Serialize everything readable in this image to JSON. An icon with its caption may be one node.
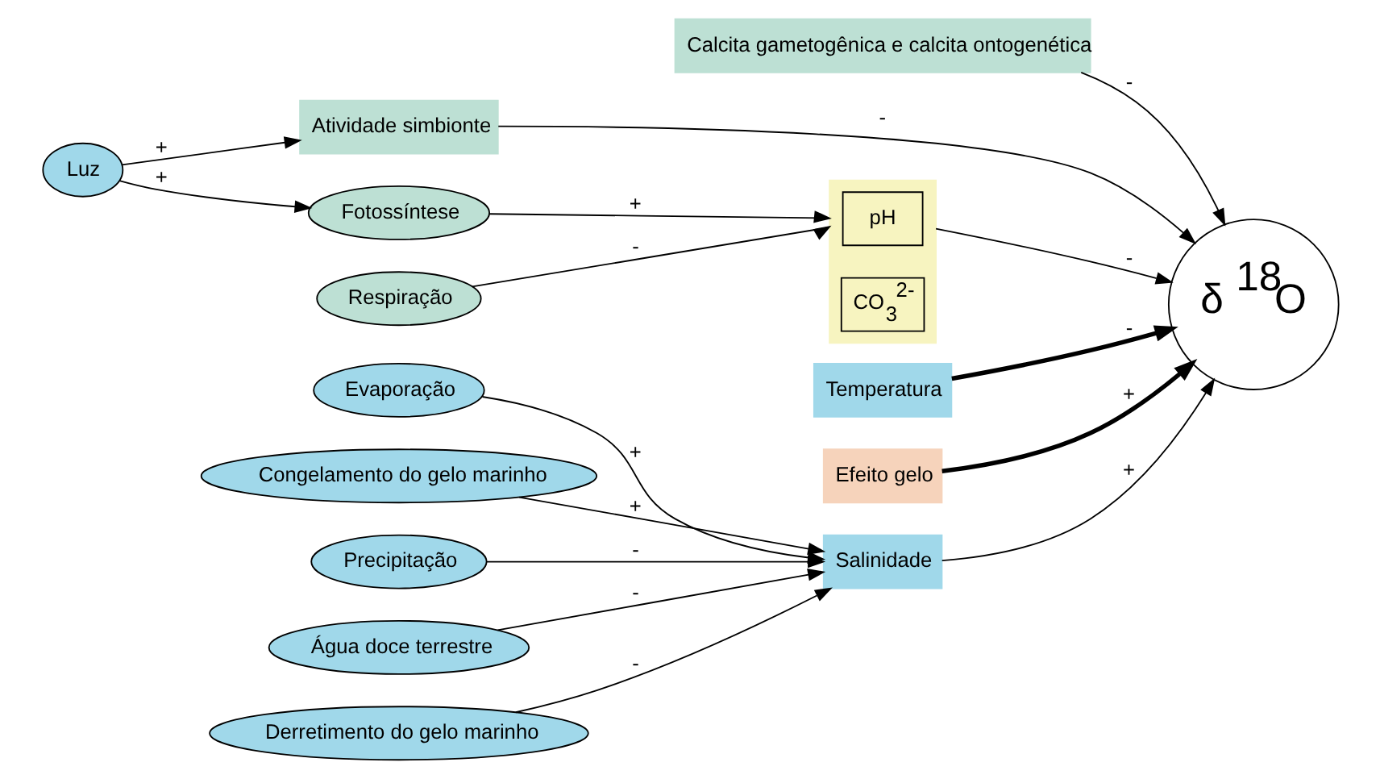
{
  "diagram": {
    "nodes": [
      {
        "text": [
          "Salinidade"
        ]
      },
      {
        "text": [
          "Evaporação"
        ]
      },
      {
        "text": [
          "Congelamento do gelo marinho"
        ]
      },
      {
        "text": [
          "Precipitação"
        ]
      },
      {
        "text": [
          "Água doce terrestre"
        ]
      },
      {
        "text": [
          "Derretimento do gelo marinho"
        ]
      },
      {
        "text": [
          "δ $^{18}$O"
        ]
      },
      {
        "text": [
          "Calcita gametogênica e calcita ontogenética"
        ]
      },
      {
        "text": [
          "Atividade simbionte"
        ]
      },
      {
        "text": [
          "Luz"
        ]
      },
      {
        "text": [],
        "shape": "box"
      },
      {
        "text": [
          "pH"
        ],
        "in": 10
      },
      {
        "text": [
          "CO$_{3}$$^{2-}$"
        ],
        "in": 10
      },
      {
        "text": [
          "Fotossíntese"
        ]
      },
      {
        "text": [
          "Respiração"
        ]
      },
      {
        "text": [
          "Temperatura"
        ]
      },
      {
        "text": [
          "Efeito gelo"
        ]
      }
    ],
    "edges": [
      {
        "from": 1,
        "to": 0,
        "arrow": "to",
        "label": "+"
      },
      {
        "from": 2,
        "to": 0,
        "arrow": "to",
        "label": "+"
      },
      {
        "from": 3,
        "to": 0,
        "arrow": "to",
        "label": "-"
      },
      {
        "from": 4,
        "to": 0,
        "arrow": "to",
        "label": "-"
      },
      {
        "from": 5,
        "to": 0,
        "arrow": "to",
        "label": "-"
      },
      {
        "from": 0,
        "to": 6,
        "arrow": "to",
        "label": "+"
      },
      {
        "from": 7,
        "to": 6,
        "arrow": "to",
        "label": "-"
      },
      {
        "from": 8,
        "to": 6,
        "arrow": "to",
        "label": "-"
      },
      {
        "from": 9,
        "to": 8,
        "arrow": "to",
        "label": "+"
      },
      {
        "from": 9,
        "to": 13,
        "arrow": "to",
        "label": "+"
      },
      {
        "from": 10,
        "to": 6,
        "arrow": "to",
        "label": "-"
      },
      {
        "from": 13,
        "to": 10,
        "arrow": "to",
        "label": "+"
      },
      {
        "from": 14,
        "to": 10,
        "arrow": "to",
        "label": "-"
      },
      {
        "from": 15,
        "to": 6,
        "arrow": "to",
        "label": "-",
        "style": "thick"
      },
      {
        "from": 16,
        "to": 6,
        "arrow": "to",
        "label": "+",
        "style": "thick"
      }
    ]
  }
}
